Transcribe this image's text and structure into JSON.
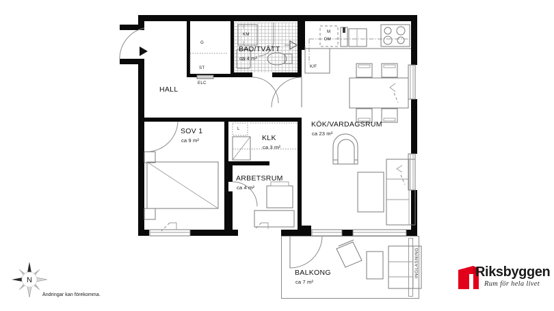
{
  "plan": {
    "rooms": [
      {
        "id": "hall",
        "name": "HALL",
        "area": ""
      },
      {
        "id": "bad",
        "name": "BAD/TVÄTT",
        "area": "ca 4 m²"
      },
      {
        "id": "kok",
        "name": "KÖK/VARDAGSRUM",
        "area": "ca 23 m²"
      },
      {
        "id": "sov1",
        "name": "SOV 1",
        "area": "ca 9 m²"
      },
      {
        "id": "klk",
        "name": "KLK",
        "area": "ca 3 m²"
      },
      {
        "id": "arbetsrum",
        "name": "ARBETSRUM",
        "area": "ca 4 m²"
      },
      {
        "id": "balkong",
        "name": "BALKONG",
        "area": "ca 7 m²"
      }
    ],
    "fixtures": [
      {
        "id": "g",
        "label": "G"
      },
      {
        "id": "st",
        "label": "ST"
      },
      {
        "id": "elc",
        "label": "ELC"
      },
      {
        "id": "km",
        "label": "KM"
      },
      {
        "id": "m",
        "label": "M"
      },
      {
        "id": "dm",
        "label": "DM"
      },
      {
        "id": "kf",
        "label": "K/F"
      },
      {
        "id": "l",
        "label": "L"
      }
    ],
    "balcony_glazing_label": "INGLASNING"
  },
  "footer": {
    "compass_north": "N",
    "disclaimer": "Ändringar kan förekomma.",
    "logo_word": "Riksbyggen",
    "logo_tagline": "Rum för hela livet",
    "logo_color": "#e2001a"
  }
}
